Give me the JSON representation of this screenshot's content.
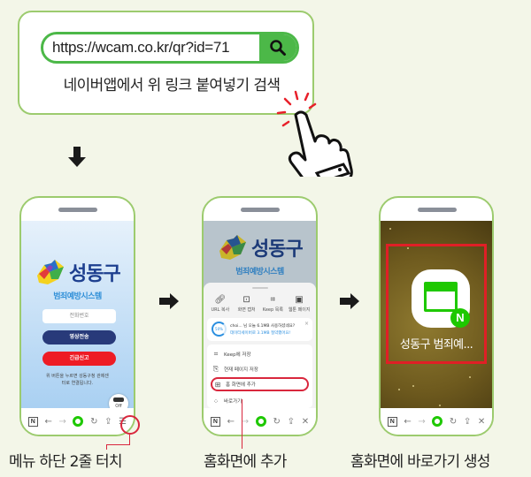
{
  "instruction_card": {
    "url": "https://wcam.co.kr/qr?id=71",
    "search_icon": "search-icon",
    "caption": "네이버앱에서 위 링크 붙여넣기 검색"
  },
  "phone1": {
    "logo_text": "성동구",
    "subtitle": "범죄예방시스템",
    "phone_placeholder": "전화번호",
    "video_button": "영상전송",
    "emergency_button": "긴급신고",
    "note_line1": "위 버튼을 누르면 성동구청 관제센",
    "note_line2": "터로 연결됩니다.",
    "cctv_label": "Off",
    "colors": {
      "video_button": "#283a7a",
      "emergency_button": "#ee1c24"
    }
  },
  "phone2": {
    "logo_text": "성동구",
    "subtitle": "범죄예방시스템",
    "sheet_actions": [
      {
        "icon": "link-icon",
        "label": "URL 복사"
      },
      {
        "icon": "capture-icon",
        "label": "화면 캡처"
      },
      {
        "icon": "keep-icon",
        "label": "Keep 목록"
      },
      {
        "icon": "web-icon",
        "label": "웹툰 페이지"
      }
    ],
    "storage_line1": "choi... 님 오늘 6.1MB 사용하셨네요?",
    "storage_line2": "데이터세이버로 3.1MB 절약했어요!",
    "storage_percent": "50%",
    "menu_items": [
      {
        "icon": "keep-icon",
        "label": "Keep에 저장"
      },
      {
        "icon": "save-page-icon",
        "label": "현재 페이지 저장"
      },
      {
        "icon": "add-home-icon",
        "label": "홈 화면에 추가"
      },
      {
        "icon": "shortcut-icon",
        "label": "바로가기"
      }
    ]
  },
  "phone3": {
    "app_label": "성동구 범죄예...",
    "badge_letter": "N"
  },
  "bottom_bar": {
    "n_label": "N",
    "back": "←",
    "forward": "→",
    "reload": "↻",
    "share": "⇪",
    "menu": "☰",
    "close": "✕"
  },
  "captions": {
    "step1": "메뉴 하단 2줄 터치",
    "step2": "홈화면에 추가",
    "step3": "홈화면에 바로가기 생성"
  },
  "colors": {
    "background": "#f3f6e8",
    "naver_green": "#1ec800",
    "highlight_red": "#d9273d"
  }
}
